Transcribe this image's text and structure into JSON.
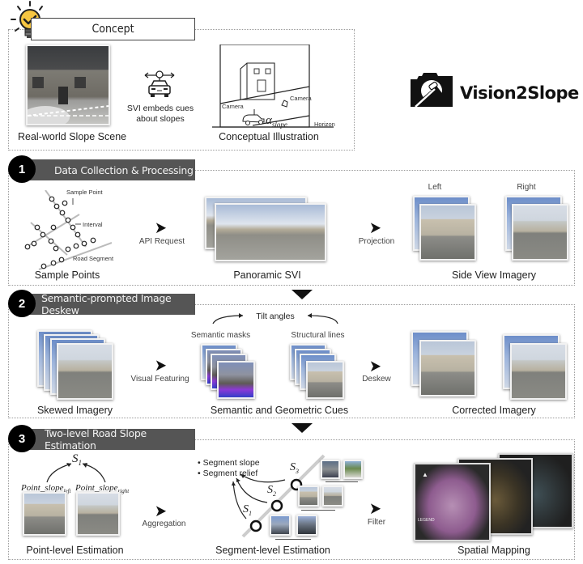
{
  "concept": {
    "title": "Concept",
    "icon": "lightbulb-check-icon",
    "svi_note_line1": "SVI embeds cues",
    "svi_note_line2": "about slopes",
    "real_world_caption": "Real-world Slope Scene",
    "illustration_caption": "Conceptual Illustration",
    "illustration_labels": {
      "camera_left": "Camera",
      "camera_right": "Camera",
      "horizon": "Horizon",
      "alpha": "α",
      "alpha_sub": "slope"
    }
  },
  "logo": {
    "icon": "camera-slope-logo-icon",
    "text": "Vision2Slope"
  },
  "steps": [
    {
      "number": "1",
      "title": "Data Collection & Processing",
      "sample_points_caption": "Sample Points",
      "sample_labels": {
        "sample_point": "Sample Point",
        "interval": "Interval",
        "road_segment": "Road Segment"
      },
      "arrow1_label": "API Request",
      "panoramic_caption": "Panoramic SVI",
      "arrow2_label": "Projection",
      "side_view_caption": "Side View Imagery",
      "left_label": "Left",
      "right_label": "Right"
    },
    {
      "number": "2",
      "title": "Semantic-prompted Image Deskew",
      "skewed_caption": "Skewed Imagery",
      "arrow1_label": "Visual Featuring",
      "tilt_label": "Tilt angles",
      "semantic_masks_label": "Semantic masks",
      "structural_lines_label": "Structural lines",
      "cues_caption": "Semantic and Geometric Cues",
      "arrow2_label": "Deskew",
      "corrected_caption": "Corrected Imagery"
    },
    {
      "number": "3",
      "title": "Two-level Road Slope Estimation",
      "s1_label": "S",
      "s1_sub": "1",
      "point_slope_left": "Point_slope",
      "point_slope_left_sub": "left",
      "point_slope_right": "Point_slope",
      "point_slope_right_sub": "right",
      "point_caption": "Point-level Estimation",
      "arrow1_label": "Aggregation",
      "bullets": [
        "Segment slope",
        "Segment relief"
      ],
      "seg_labels": [
        {
          "s": "S",
          "sub": "1"
        },
        {
          "s": "S",
          "sub": "2"
        },
        {
          "s": "S",
          "sub": "3"
        }
      ],
      "segment_caption": "Segment-level Estimation",
      "arrow2_label": "Filter",
      "mapping_caption": "Spatial Mapping",
      "map_legend": "LEGEND"
    }
  ]
}
